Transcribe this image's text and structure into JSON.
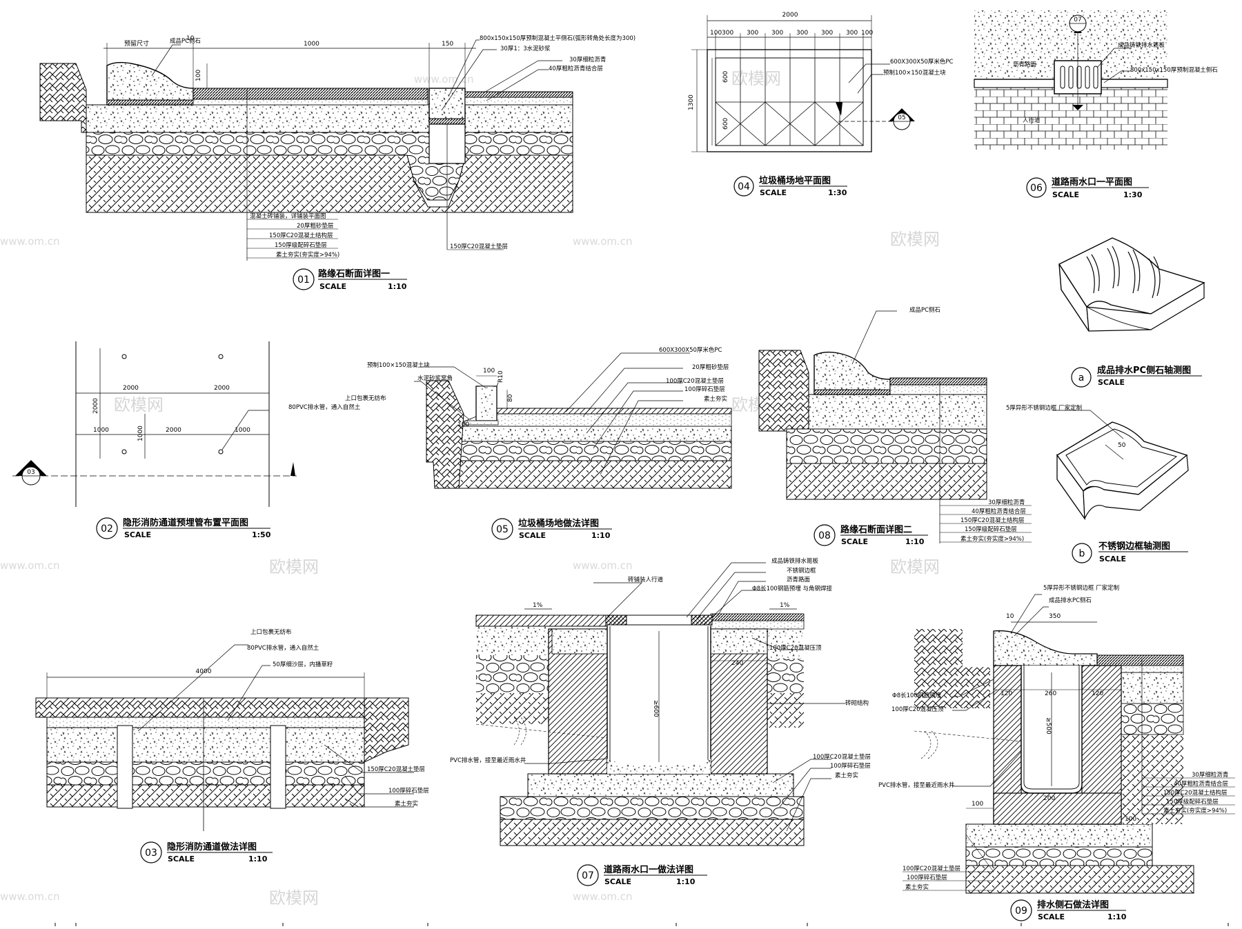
{
  "drawings": {
    "d01": {
      "num": "01",
      "title": "路缘石断面详图一",
      "scale_label": "SCALE",
      "scale": "1:10",
      "dims": [
        "预留尺寸",
        "10",
        "1000",
        "150",
        "100"
      ],
      "labels": [
        "成品PC侧石",
        "800x150x150厚预制混凝土平侧石(弧形转角处长度为300)",
        "30厚1：3水泥砂浆",
        "30厚细粒沥青",
        "40厚粗粒沥青结合层",
        "混凝土砖铺装，详铺装平面图",
        "20厚粗砂垫层",
        "150厚C20混凝土结构层",
        "150厚级配碎石垫层",
        "素土夯实(夯实度>94%)",
        "150厚C20混凝土垫层"
      ]
    },
    "d02": {
      "num": "02",
      "title": "隐形消防通道预埋管布置平面图",
      "scale_label": "SCALE",
      "scale": "1:50",
      "dims": [
        "2000",
        "2000",
        "2000",
        "1000",
        "1000",
        "2000",
        "1000"
      ],
      "labels": [
        "上口包裹无纺布",
        "80PVC排水管，通入自然土"
      ],
      "section": "03"
    },
    "d03": {
      "num": "03",
      "title": "隐形消防通道做法详图",
      "scale_label": "SCALE",
      "scale": "1:10",
      "dims": [
        "4000"
      ],
      "labels": [
        "上口包裹无纺布",
        "80PVC排水管，通入自然土",
        "50厚细沙层，内播草籽",
        "150厚C20混凝土垫层",
        "100厚碎石垫层",
        "素土夯实"
      ]
    },
    "d04": {
      "num": "04",
      "title": "垃圾桶场地平面图",
      "scale_label": "SCALE",
      "scale": "1:30",
      "dims": [
        "2000",
        "100",
        "300",
        "300",
        "300",
        "300",
        "300",
        "300",
        "100",
        "1300",
        "600",
        "600"
      ],
      "labels": [
        "600X300X50厚米色PC",
        "预制100×150混凝土块"
      ],
      "section": "05"
    },
    "d05": {
      "num": "05",
      "title": "垃圾桶场地做法详图",
      "scale_label": "SCALE",
      "scale": "1:10",
      "dims": [
        "100",
        "R10",
        "80",
        "100"
      ],
      "labels": [
        "600X300X50厚米色PC",
        "预制100×150混凝土块",
        "20厚粗砂垫层",
        "水泥砂浆窝角",
        "100厚C20混凝土垫层",
        "100厚碎石垫层",
        "素土夯实"
      ]
    },
    "d06": {
      "num": "06",
      "title": "道路雨水口一平面图",
      "scale_label": "SCALE",
      "scale": "1:30",
      "labels": [
        "沥青路面",
        "成品铸铁排水篦板",
        "800x150x150厚预制混凝土侧石",
        "人行道"
      ],
      "section": "07"
    },
    "d07": {
      "num": "07",
      "title": "道路雨水口一做法详图",
      "scale_label": "SCALE",
      "scale": "1:10",
      "dims": [
        "1%",
        "1%",
        "240",
        "≥600"
      ],
      "labels": [
        "成品铸铁排水篦板",
        "不锈钢边框",
        "沥青路面",
        "Φ8长100钢筋预埋  与角钢焊接",
        "砖铺装人行道",
        "100厚C20混凝压顶",
        "砖砌结构",
        "PVC排水管，接至最近雨水井",
        "100厚C20混凝土垫层",
        "100厚碎石垫层",
        "素土夯实"
      ]
    },
    "d08": {
      "num": "08",
      "title": "路缘石断面详图二",
      "scale_label": "SCALE",
      "scale": "1:10",
      "labels": [
        "成品PC侧石",
        "30厚细粒沥青",
        "40厚粗粒沥青结合层",
        "150厚C20混凝土结构层",
        "150厚级配碎石垫层",
        "素土夯实(夯实度>94%)"
      ]
    },
    "d09": {
      "num": "09",
      "title": "排水侧石做法详图",
      "scale_label": "SCALE",
      "scale": "1:10",
      "dims": [
        "10",
        "350",
        "120",
        "260",
        "120",
        "≥500",
        "100",
        "100",
        "200"
      ],
      "labels": [
        "5厚异形不锈钢边框  厂家定制",
        "成品排水PC侧石",
        "Φ8长100钢筋预埋",
        "100厚C20混凝压顶",
        "PVC排水管，接至最近雨水井",
        "30厚细粒沥青",
        "40厚粗粒沥青结合层",
        "150厚C20混凝土结构层",
        "150厚级配碎石垫层",
        "素土夯实(夯实度>94%)",
        "100厚C20混凝土垫层",
        "100厚碎石垫层",
        "素土夯实"
      ]
    },
    "da": {
      "num": "a",
      "title": "成品排水PC侧石轴测图",
      "scale_label": "SCALE"
    },
    "db": {
      "num": "b",
      "title": "不锈钢边框轴测图",
      "scale_label": "SCALE",
      "labels": [
        "5厚异形不锈钢边框  厂家定制",
        "50"
      ]
    }
  },
  "watermarks": {
    "brand": "欧模网",
    "url": "www.om.cn"
  }
}
